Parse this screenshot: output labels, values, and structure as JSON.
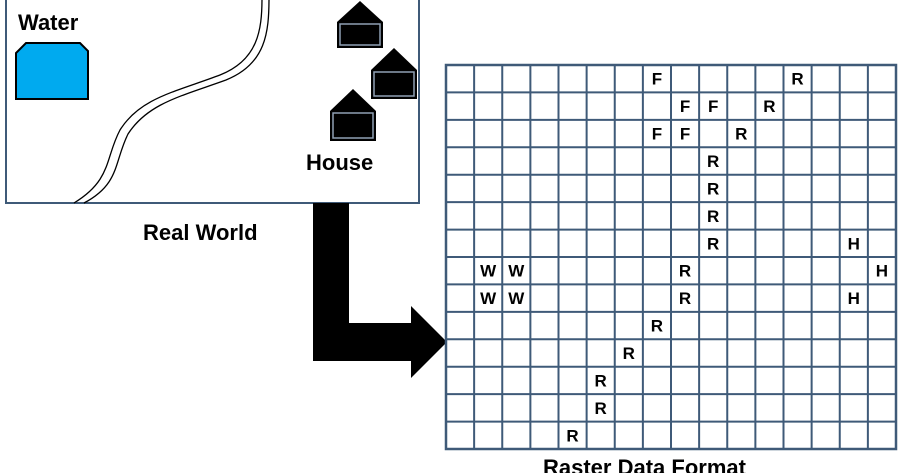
{
  "labels": {
    "water": "Water",
    "house": "House",
    "real_world": "Real World",
    "raster_title": "Raster Data Format"
  },
  "colors": {
    "water_fill": "#00aaef",
    "frame_border": "#3f5a78",
    "grid_line": "#3f5a78",
    "arrow": "#000000",
    "house": "#000000"
  },
  "raster": {
    "rows": 14,
    "cols": 16,
    "cells": [
      {
        "row": 0,
        "col": 7,
        "code": "F"
      },
      {
        "row": 0,
        "col": 12,
        "code": "R"
      },
      {
        "row": 1,
        "col": 8,
        "code": "F"
      },
      {
        "row": 1,
        "col": 9,
        "code": "F"
      },
      {
        "row": 1,
        "col": 11,
        "code": "R"
      },
      {
        "row": 2,
        "col": 7,
        "code": "F"
      },
      {
        "row": 2,
        "col": 8,
        "code": "F"
      },
      {
        "row": 2,
        "col": 10,
        "code": "R"
      },
      {
        "row": 3,
        "col": 9,
        "code": "R"
      },
      {
        "row": 4,
        "col": 9,
        "code": "R"
      },
      {
        "row": 5,
        "col": 9,
        "code": "R"
      },
      {
        "row": 6,
        "col": 9,
        "code": "R"
      },
      {
        "row": 6,
        "col": 14,
        "code": "H"
      },
      {
        "row": 7,
        "col": 1,
        "code": "W"
      },
      {
        "row": 7,
        "col": 2,
        "code": "W"
      },
      {
        "row": 7,
        "col": 8,
        "code": "R"
      },
      {
        "row": 7,
        "col": 15,
        "code": "H"
      },
      {
        "row": 8,
        "col": 1,
        "code": "W"
      },
      {
        "row": 8,
        "col": 2,
        "code": "W"
      },
      {
        "row": 8,
        "col": 8,
        "code": "R"
      },
      {
        "row": 8,
        "col": 14,
        "code": "H"
      },
      {
        "row": 9,
        "col": 7,
        "code": "R"
      },
      {
        "row": 10,
        "col": 6,
        "code": "R"
      },
      {
        "row": 11,
        "col": 5,
        "code": "R"
      },
      {
        "row": 12,
        "col": 5,
        "code": "R"
      },
      {
        "row": 13,
        "col": 4,
        "code": "R"
      }
    ]
  }
}
